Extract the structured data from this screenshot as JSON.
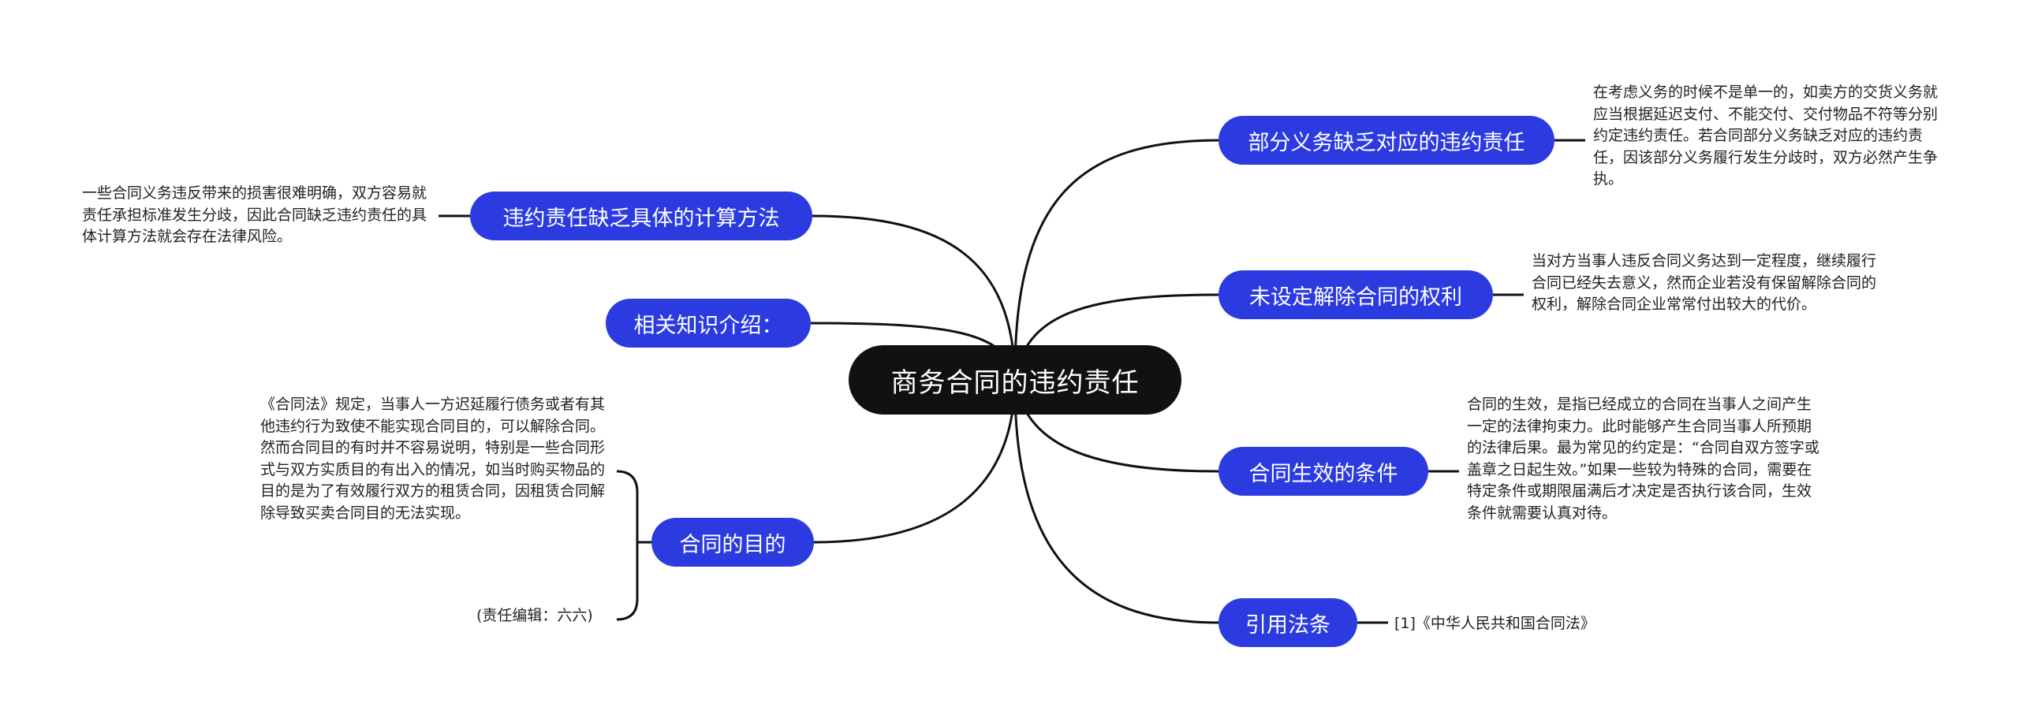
{
  "center": {
    "label": "商务合同的违约责任"
  },
  "topics": {
    "t1": "部分义务缺乏对应的违约责任",
    "t2": "未设定解除合同的权利",
    "t3": "合同生效的条件",
    "t4": "引用法条",
    "t5": "违约责任缺乏具体的计算方法",
    "t6": "相关知识介绍：",
    "t7": "合同的目的"
  },
  "notes": {
    "n1": "在考虑义务的时候不是单一的，如卖方的交货义务就应当根据延迟支付、不能交付、交付物品不符等分别约定违约责任。若合同部分义务缺乏对应的违约责任，因该部分义务履行发生分歧时，双方必然产生争执。",
    "n2": "当对方当事人违反合同义务达到一定程度，继续履行合同已经失去意义，然而企业若没有保留解除合同的权利，解除合同企业常常付出较大的代价。",
    "n3": "合同的生效，是指已经成立的合同在当事人之间产生一定的法律拘束力。此时能够产生合同当事人所预期的法律后果。最为常见的约定是：“合同自双方签字或盖章之日起生效。”如果一些较为特殊的合同，需要在特定条件或期限届满后才决定是否执行该合同，生效条件就需要认真对待。",
    "n4": "[1]《中华人民共和国合同法》",
    "n5": "一些合同义务违反带来的损害很难明确，双方容易就责任承担标准发生分歧，因此合同缺乏违约责任的具体计算方法就会存在法律风险。",
    "n7a": "《合同法》规定，当事人一方迟延履行债务或者有其他违约行为致使不能实现合同目的，可以解除合同。然而合同目的有时并不容易说明，特别是一些合同形式与双方实质目的有出入的情况，如当时购买物品的目的是为了有效履行双方的租赁合同，因租赁合同解除导致买卖合同目的无法实现。",
    "n7b": "(责任编辑：六六)"
  },
  "colors": {
    "topic_fill": "#2b3be0",
    "center_fill": "#111111",
    "line": "#111111"
  }
}
